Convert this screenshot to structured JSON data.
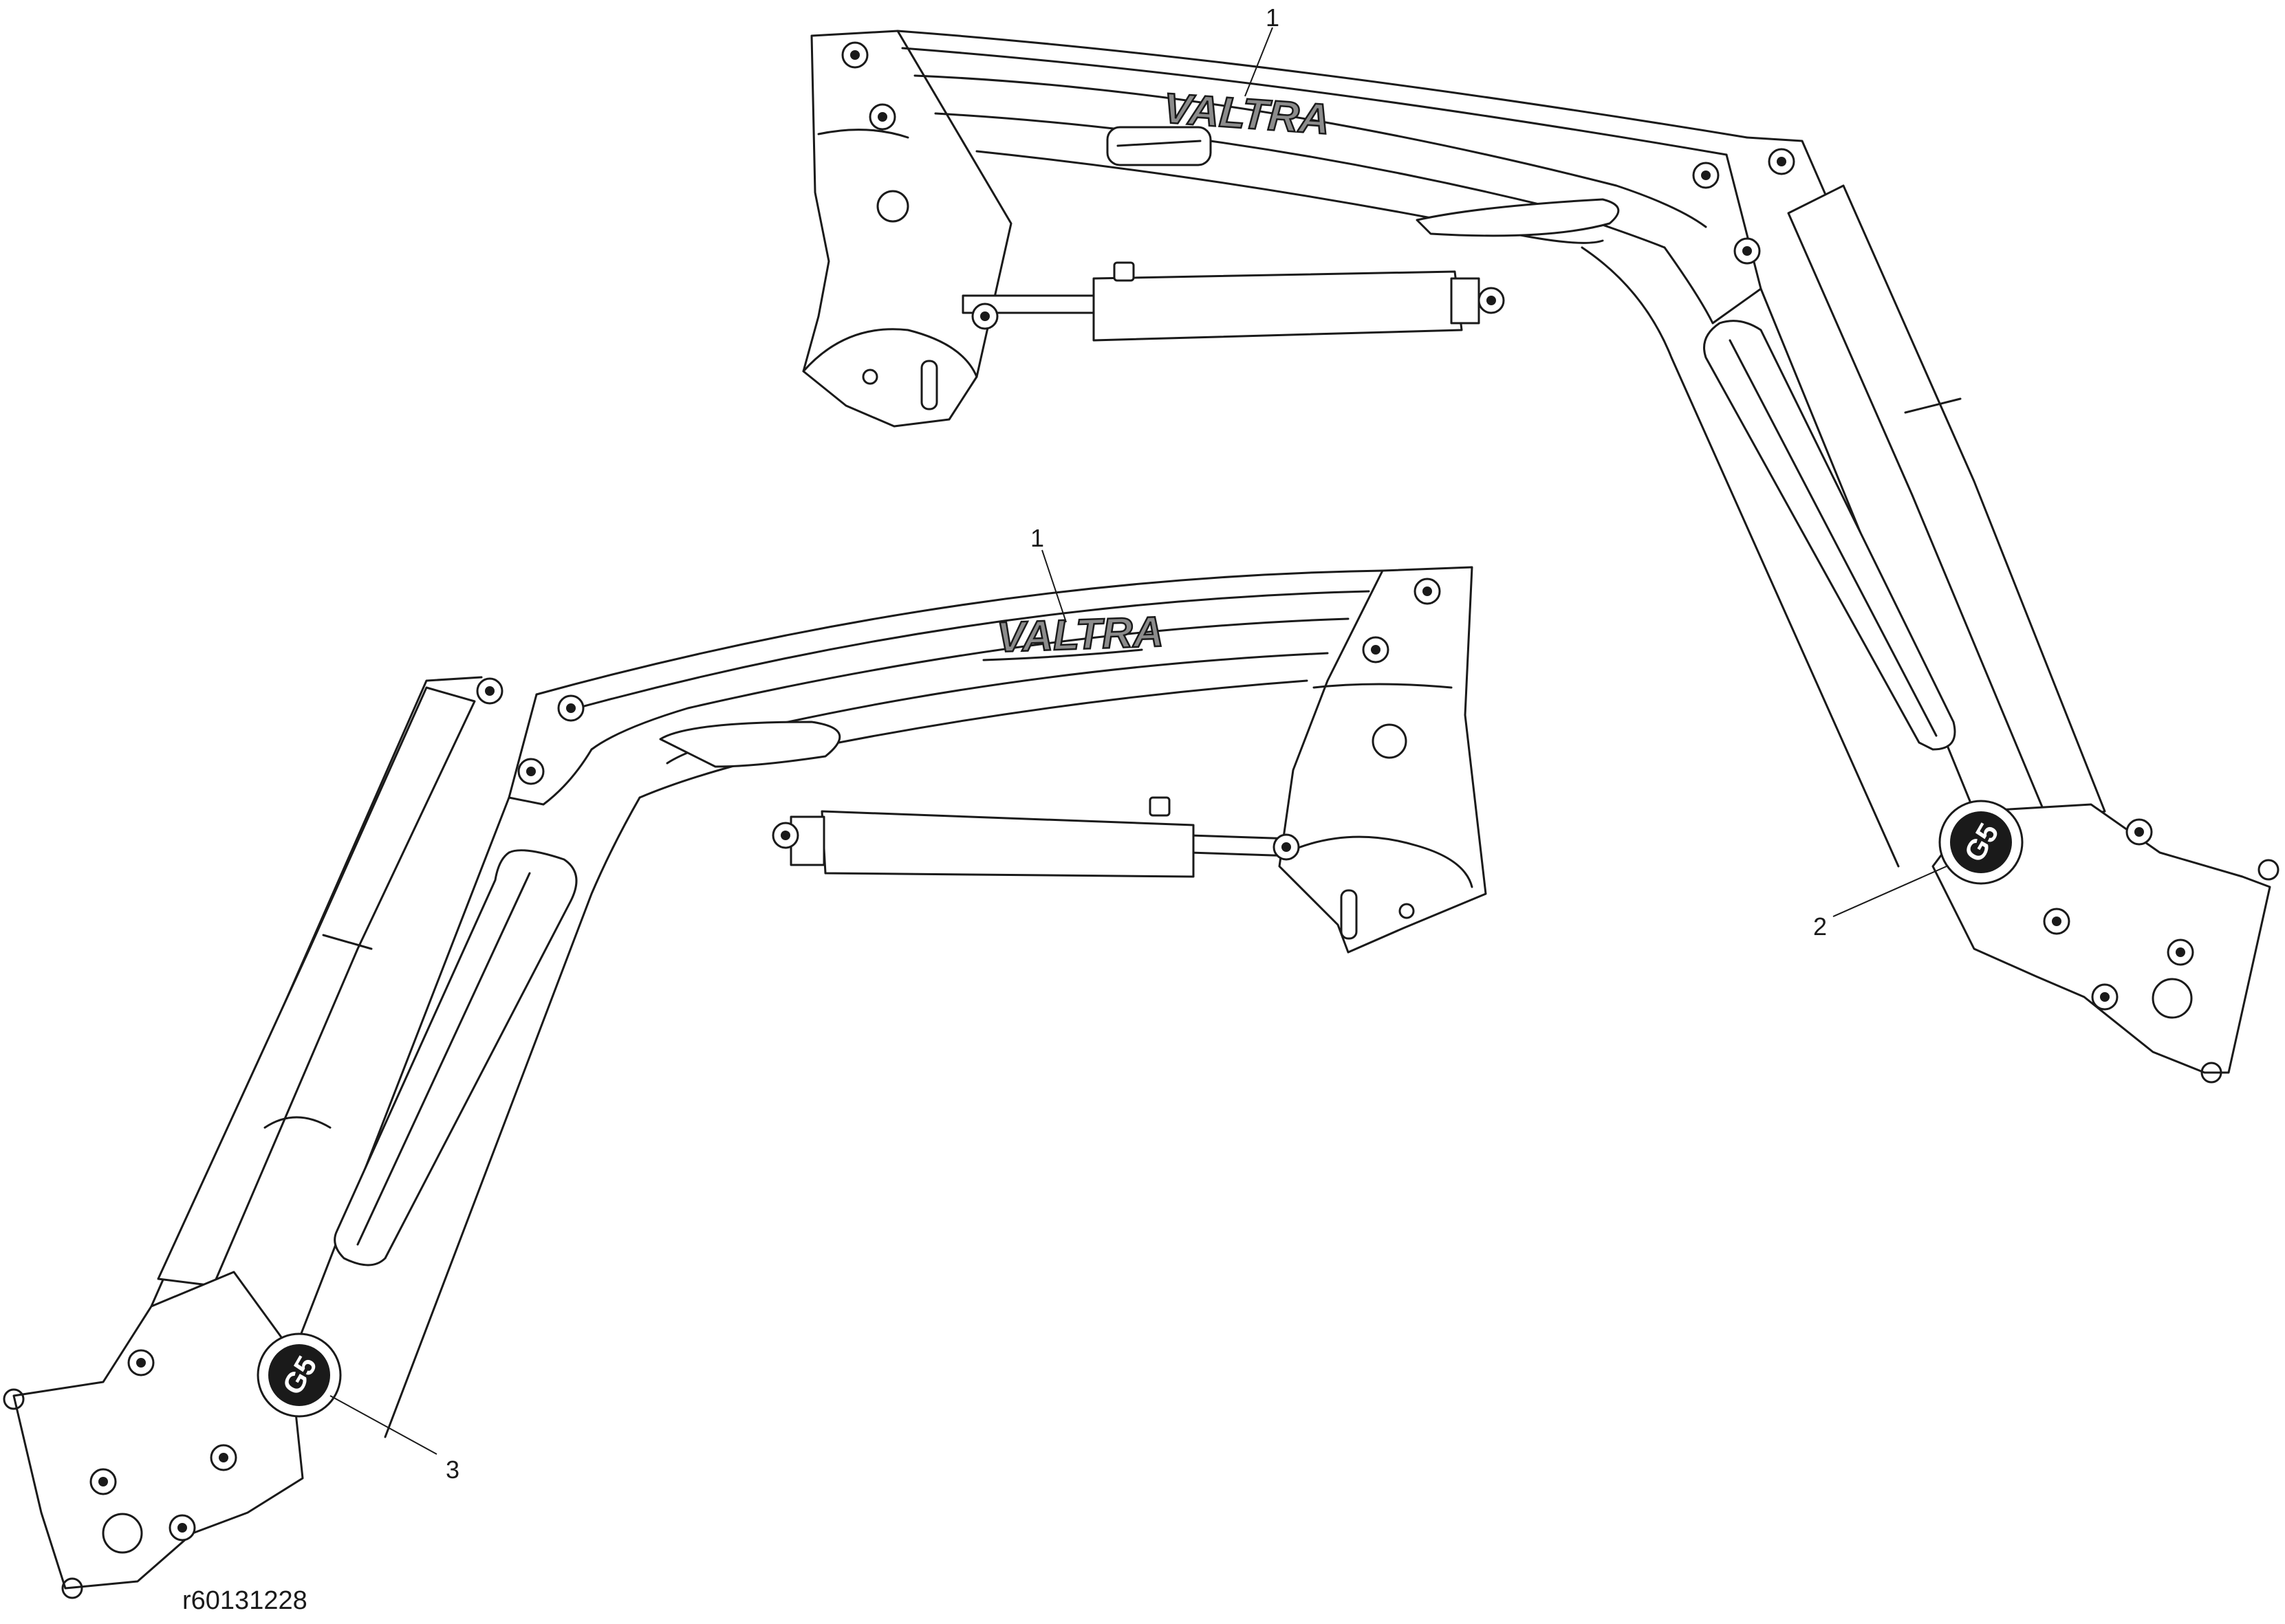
{
  "callouts": [
    {
      "number": "1"
    },
    {
      "number": "1"
    },
    {
      "number": "2"
    },
    {
      "number": "3"
    }
  ],
  "logo_text": "VALTRA",
  "badge_text": "G5",
  "figure_id": "r60131228"
}
